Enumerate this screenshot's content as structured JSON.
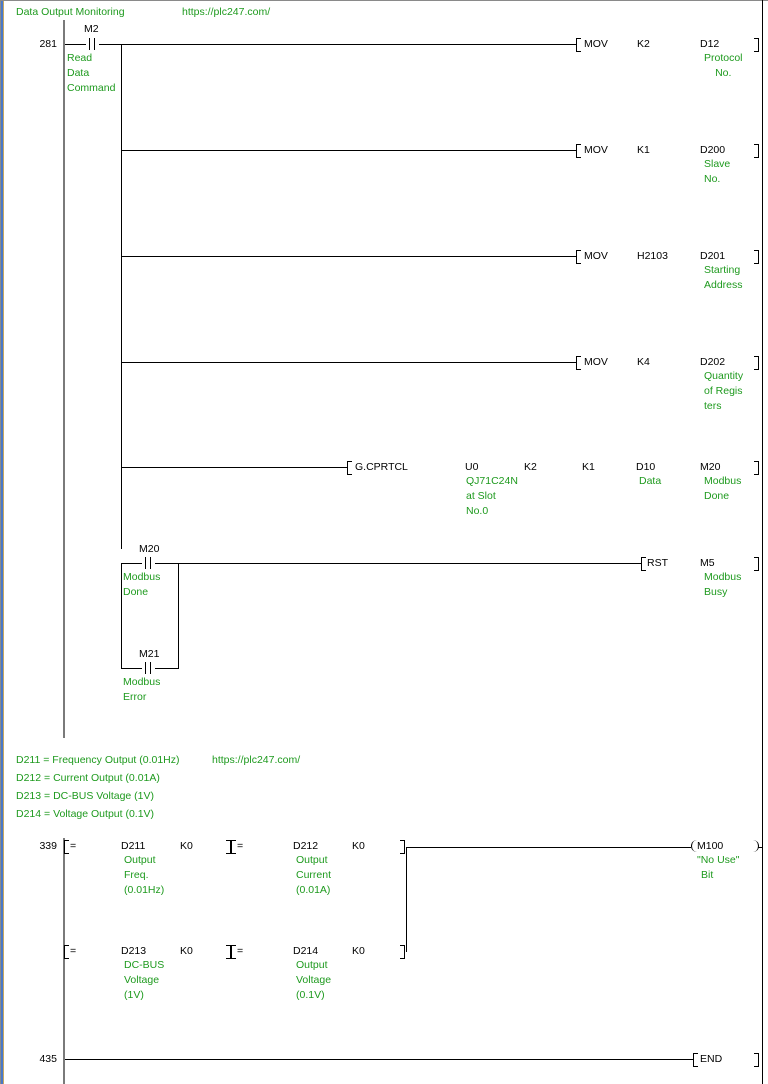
{
  "header": {
    "title": "Data Output Monitoring",
    "url": "https://plc247.com/"
  },
  "colors": {
    "comment_green": "#1e9a1e",
    "rail_gray": "#7a7a7a",
    "frame_blue": "#4a78c8"
  },
  "rung1": {
    "step": "281",
    "contact": {
      "device": "M2",
      "comment": [
        "Read",
        "Data",
        "Command"
      ]
    },
    "instructions": [
      {
        "op": "MOV",
        "src": "K2",
        "dst": "D12",
        "comment": [
          "Protocol",
          "No."
        ]
      },
      {
        "op": "MOV",
        "src": "K1",
        "dst": "D200",
        "comment": [
          "Slave",
          "No."
        ]
      },
      {
        "op": "MOV",
        "src": "H2103",
        "dst": "D201",
        "comment": [
          "Starting",
          "Address"
        ]
      },
      {
        "op": "MOV",
        "src": "K4",
        "dst": "D202",
        "comment": [
          "Quantity",
          "of Regis",
          "ters"
        ]
      }
    ],
    "cprtcl": {
      "op": "G.CPRTCL",
      "args": [
        "U0",
        "K2",
        "K1",
        "D10",
        "M20"
      ],
      "u0_comment": [
        "QJ71C24N",
        "at Slot",
        "No.0"
      ],
      "d10_comment": [
        "Data"
      ],
      "m20_comment": [
        "Modbus",
        "Done"
      ]
    },
    "reset_branch": {
      "contacts": [
        {
          "device": "M20",
          "comment": [
            "Modbus",
            "Done"
          ]
        },
        {
          "device": "M21",
          "comment": [
            "Modbus",
            "Error"
          ]
        }
      ],
      "op": "RST",
      "target": "M5",
      "target_comment": [
        "Modbus",
        "Busy"
      ]
    }
  },
  "statement": {
    "lines": [
      "D211 = Frequency Output (0.01Hz)",
      "D212 = Current Output (0.01A)",
      "D213 = DC-BUS Voltage (1V)",
      "D214 = Voltage Output (0.1V)"
    ],
    "url": "https://plc247.com/"
  },
  "rung2": {
    "step": "339",
    "row1": [
      {
        "op": "=",
        "s1": "D211",
        "s2": "K0",
        "comment": [
          "Output",
          "Freq.",
          "(0.01Hz)"
        ]
      },
      {
        "op": "=",
        "s1": "D212",
        "s2": "K0",
        "comment": [
          "Output",
          "Current",
          "(0.01A)"
        ]
      }
    ],
    "row2": [
      {
        "op": "=",
        "s1": "D213",
        "s2": "K0",
        "comment": [
          "DC-BUS",
          "Voltage",
          "(1V)"
        ]
      },
      {
        "op": "=",
        "s1": "D214",
        "s2": "K0",
        "comment": [
          "Output",
          "Voltage",
          "(0.1V)"
        ]
      }
    ],
    "coil": {
      "device": "M100",
      "comment": [
        "\"No Use\"",
        "Bit"
      ]
    }
  },
  "rung3": {
    "step": "435",
    "op": "END"
  }
}
